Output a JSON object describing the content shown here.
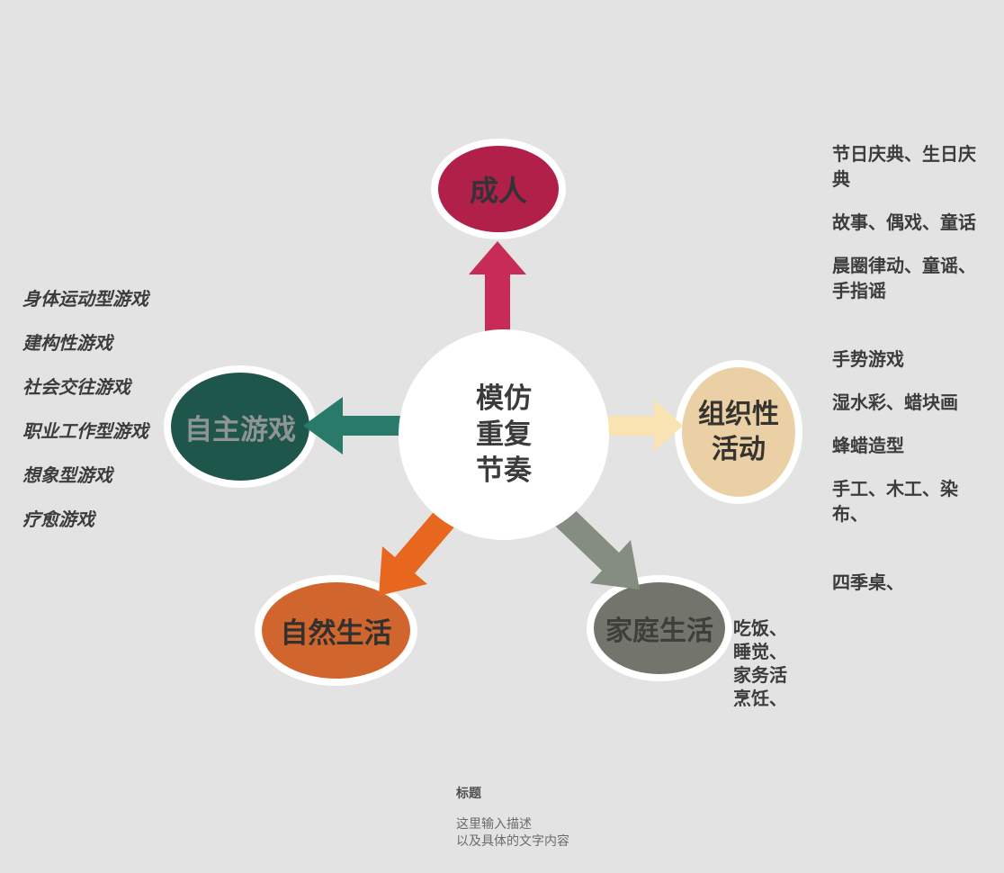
{
  "background": "#e3e3e4",
  "center": {
    "text": "模仿\n重复\n节奏",
    "fill": "#ffffff",
    "text_color": "#3b3b3b"
  },
  "nodes": {
    "adult": {
      "label": "成人",
      "fill": "#b02048",
      "arrow_color": "#c82c56",
      "label_color": "#333237"
    },
    "self_play": {
      "label": "自主游戏",
      "fill": "#1f564b",
      "arrow_color": "#297a6b",
      "label_color": "#8f9594"
    },
    "organized": {
      "label": "组织性\n活动",
      "fill": "#ecd0a5",
      "arrow_color": "#fae3b2",
      "label_color": "#35342f"
    },
    "nature": {
      "label": "自然生活",
      "fill": "#d0662e",
      "arrow_color": "#e8671f",
      "label_color": "#33312e"
    },
    "family": {
      "label": "家庭生活",
      "fill": "#73756c",
      "arrow_color": "#848d80",
      "label_color": "#3d3f3a"
    }
  },
  "left_list": {
    "items": [
      "身体运动型游戏",
      "建构性游戏",
      "社会交往游戏",
      "职业工作型游戏",
      "想象型游戏",
      "疗愈游戏"
    ],
    "text_color": "#3c3c3c"
  },
  "right_list_top": {
    "items": [
      "节日庆典、生日庆典",
      "故事、偶戏、童话",
      "晨圈律动、童谣、手指谣"
    ],
    "text_color": "#3c3c3c"
  },
  "right_list_mid": {
    "items": [
      "手势游戏",
      "湿水彩、蜡块画",
      "蜂蜡造型",
      "手工、木工、染布、"
    ],
    "text_color": "#3c3c3c"
  },
  "right_list_bottom": {
    "items": [
      "四季桌、"
    ],
    "text_color": "#3c3c3c"
  },
  "family_note": {
    "text": "吃饭、\n睡觉、\n家务活\n烹饪、",
    "text_color": "#3c3c3c"
  },
  "caption": {
    "title": "标题",
    "description": "这里输入描述\n以及具体的文字内容"
  }
}
